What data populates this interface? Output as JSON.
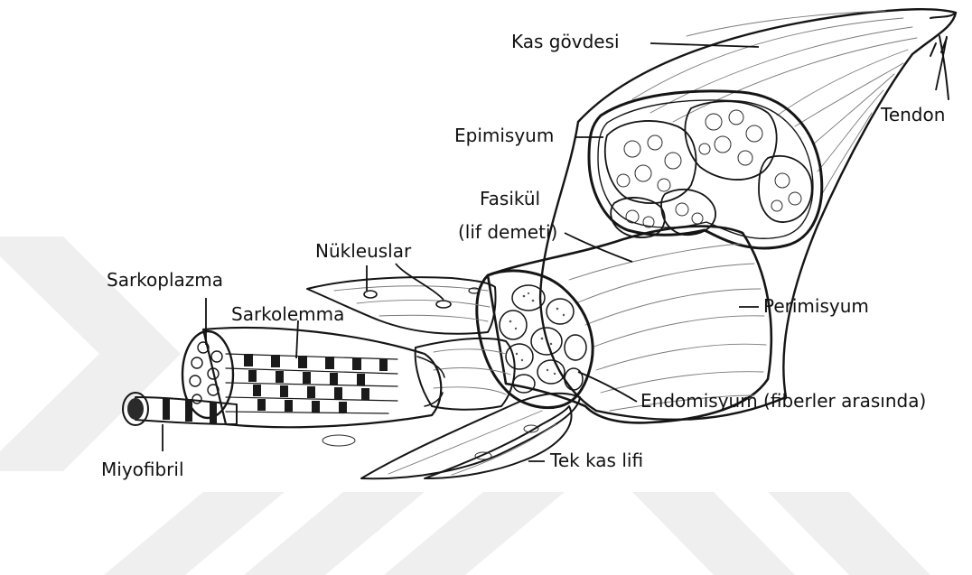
{
  "labels": {
    "kas_govdesi": "Kas gövdesi",
    "tendon": "Tendon",
    "epimisyum": "Epimisyum",
    "fasikul_line1": "Fasikül",
    "fasikul_line2": "(lif demeti)",
    "nukleuslar": "Nükleuslar",
    "sarkoplazma": "Sarkoplazma",
    "sarkolemma": "Sarkolemma",
    "perimisyum": "Perimisyum",
    "endomisyum": "Endomisyum (fiberler arasında)",
    "miyofibril": "Miyofibril",
    "tek_kas_lifi": "Tek kas lifi"
  },
  "colors": {
    "ink": "#151515",
    "watermark": "#eeeeee",
    "background": "#ffffff"
  }
}
